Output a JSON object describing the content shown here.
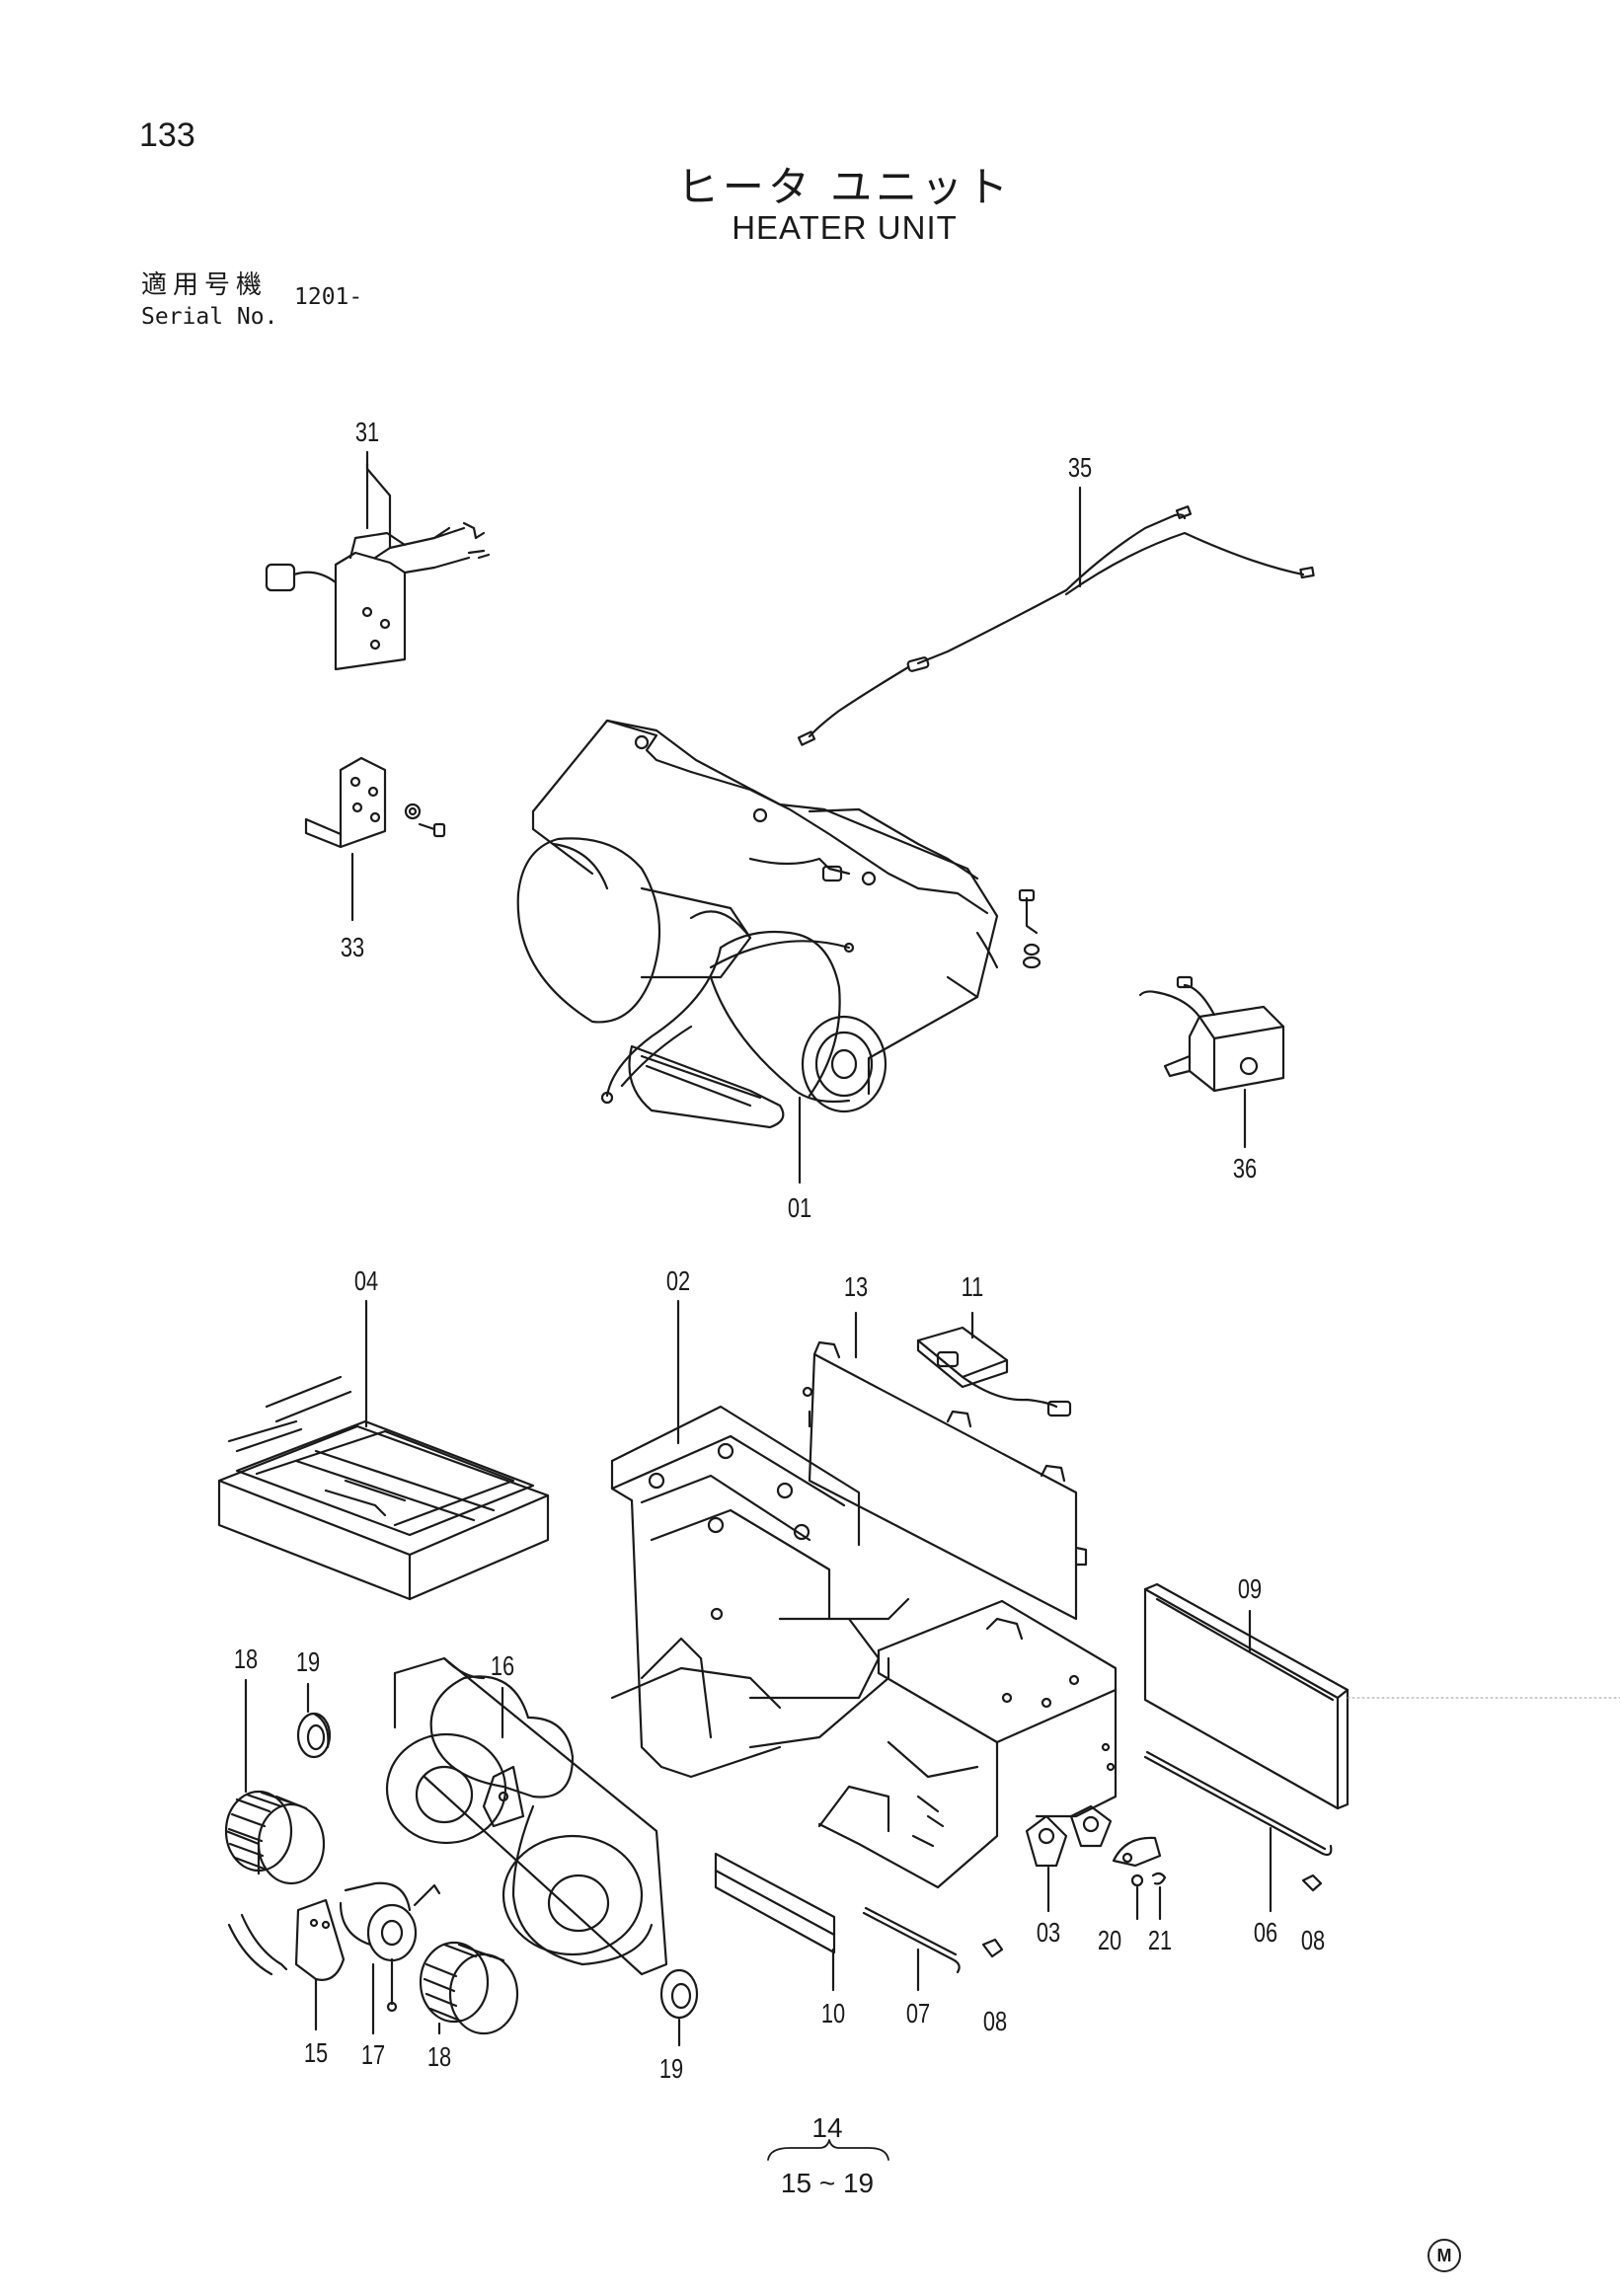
{
  "header": {
    "page_number": "133",
    "title_jp": "ヒータ ユニット",
    "title_en": "HEATER UNIT",
    "serial_label_jp": "適用号機",
    "serial_label_en": "Serial No.",
    "serial_value": "1201-"
  },
  "part_labels": [
    "31",
    "35",
    "33",
    "36",
    "01",
    "04",
    "02",
    "13",
    "11",
    "09",
    "18",
    "19",
    "16",
    "03",
    "20",
    "21",
    "06",
    "08",
    "10",
    "07",
    "15",
    "17"
  ],
  "group_note": {
    "top": "14",
    "bottom": "15 ~ 19"
  },
  "mark": "M"
}
